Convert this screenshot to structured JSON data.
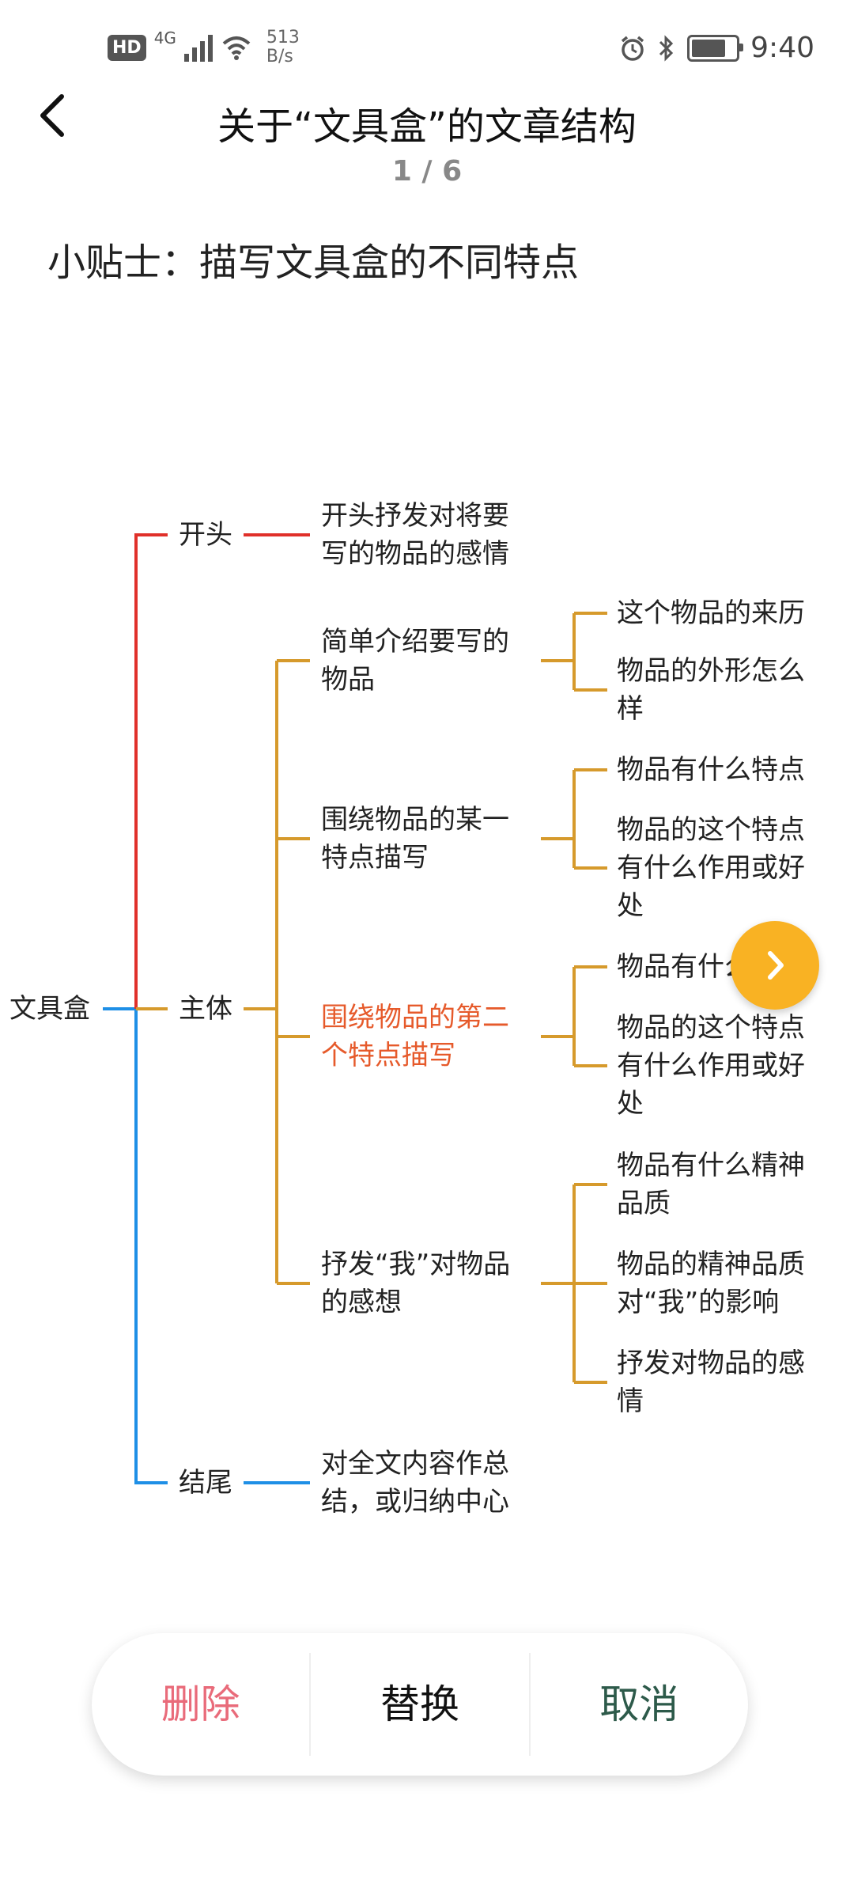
{
  "status_bar": {
    "hd": "HD",
    "network_type": "4G",
    "speed_value": "513",
    "speed_unit": "B/s",
    "time": "9:40"
  },
  "header": {
    "title": "关于“文具盒”的文章结构",
    "pager": "1 / 6"
  },
  "tip": "小贴士：描写文具盒的不同特点",
  "mindmap": {
    "root": "文具盒",
    "sections": {
      "opening": "开头",
      "body": "主体",
      "ending": "结尾"
    },
    "opening_items": [
      "开头抒发对将要写的物品的感情"
    ],
    "body_items": [
      "简单介绍要写的物品",
      "围绕物品的某一特点描写",
      "围绕物品的第二个特点描写",
      "抒发“我”对物品的感想"
    ],
    "ending_items": [
      "对全文内容作总结，或归纳中心"
    ],
    "body_details": [
      [
        "这个物品的来历",
        "物品的外形怎么样"
      ],
      [
        "物品有什么特点",
        "物品的这个特点有什么作用或好处"
      ],
      [
        "物品有什么特点",
        "物品的这个特点有什么作用或好处"
      ],
      [
        "物品有什么精神品质",
        "物品的精神品质对“我”的影响",
        "抒发对物品的感情"
      ]
    ],
    "colors": {
      "opening": "#e0302a",
      "body": "#d69a2c",
      "ending": "#1e8fe6",
      "highlight": "#e65a2b"
    }
  },
  "actions": {
    "delete": "删除",
    "replace": "替换",
    "cancel": "取消"
  }
}
